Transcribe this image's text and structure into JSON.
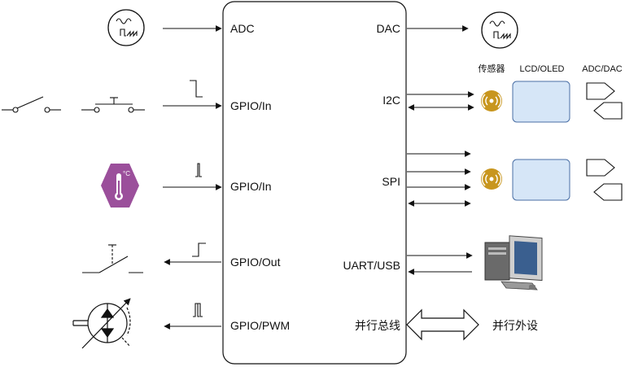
{
  "mcu": {
    "left_ports": [
      "ADC",
      "GPIO/In",
      "GPIO/In",
      "GPIO/Out",
      "GPIO/PWM"
    ],
    "right_ports": [
      "DAC",
      "I2C",
      "SPI",
      "UART/USB",
      "并行总线"
    ]
  },
  "header": {
    "sensor": "传感器",
    "display": "LCD/OLED",
    "converter": "ADC/DAC"
  },
  "thermo_unit": "°C",
  "parallel_device": "并行外设",
  "colors": {
    "sensor_gold": "#c8961e",
    "display_fill": "#d6e6f7",
    "thermo_purple": "#9b4f9b"
  }
}
